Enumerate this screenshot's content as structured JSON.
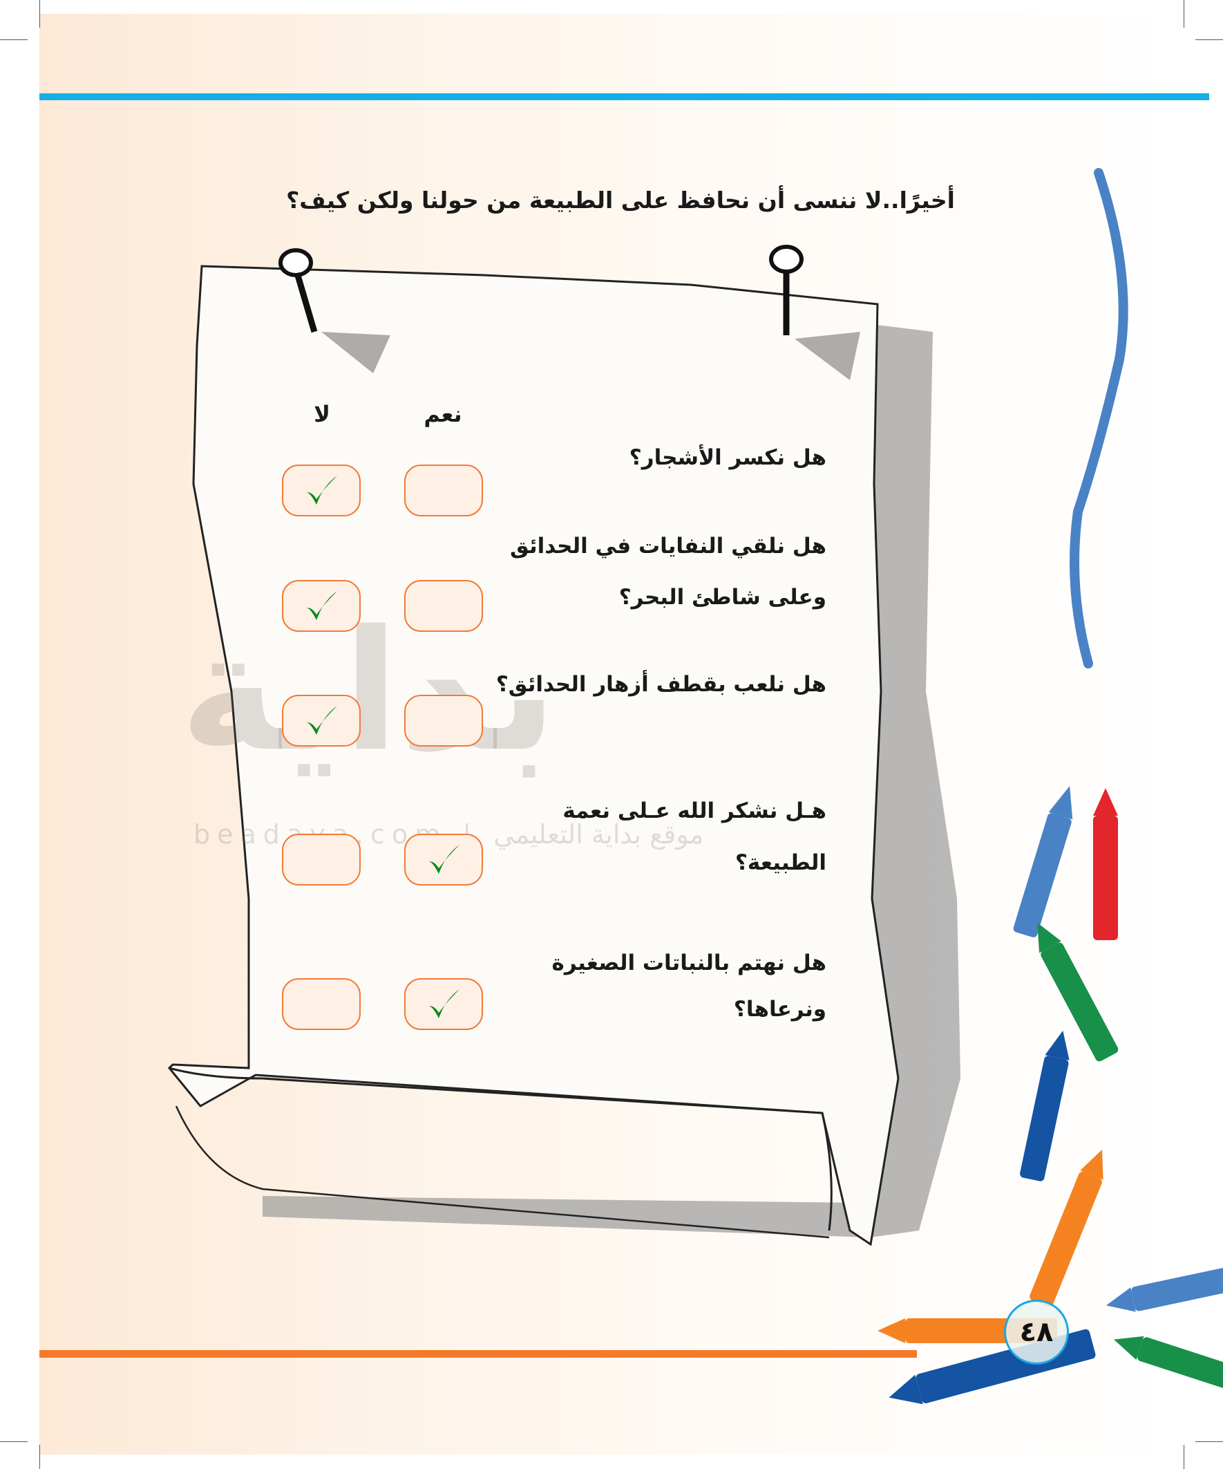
{
  "heading": "أخيرًا..لا ننسى أن نحافظ على الطبيعة من حولنا ولكن كيف؟",
  "columns": {
    "yes": "نعم",
    "no": "لا"
  },
  "questions": [
    {
      "lines": [
        "هل نكسر الأشجار؟"
      ],
      "answer": "no"
    },
    {
      "lines": [
        "هل نلقي النفايات في الحدائق",
        "وعلى شاطئ البحر؟"
      ],
      "answer": "no"
    },
    {
      "lines": [
        "هل نلعب بقطف أزهار الحدائق؟"
      ],
      "answer": "no"
    },
    {
      "lines": [
        "هـل نشكر الله عـلى نعمة",
        "الطبيعة؟"
      ],
      "answer": "yes"
    },
    {
      "lines": [
        "هل نهتم بالنباتات الصغيرة",
        "ونرعاها؟"
      ],
      "answer": "yes"
    }
  ],
  "page_number": "٤٨",
  "watermark": {
    "logo": "بداية",
    "site": "beadaya.com | موقع بداية التعليمي"
  },
  "colors": {
    "accent_blue": "#15aee8",
    "accent_orange": "#f47a2a",
    "box_border": "#f27a35",
    "check": "#0a8a1a"
  }
}
